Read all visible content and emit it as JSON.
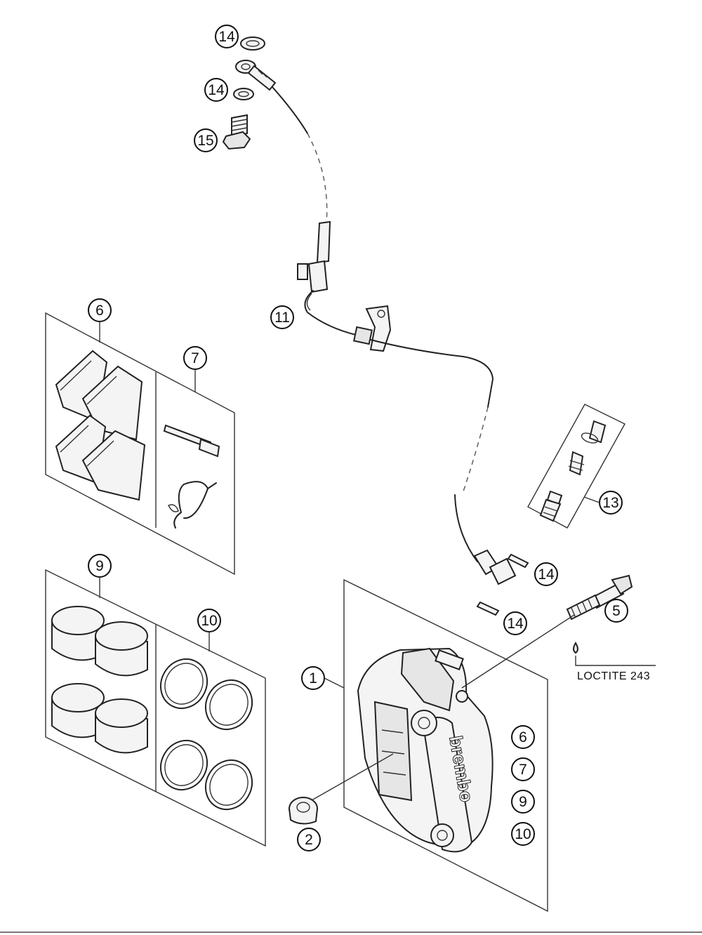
{
  "callouts": {
    "c14a": "14",
    "c14b": "14",
    "c15": "15",
    "c11": "11",
    "c6": "6",
    "c7": "7",
    "c13": "13",
    "c14c": "14",
    "c5": "5",
    "c14d": "14",
    "c9": "9",
    "c10": "10",
    "c1": "1",
    "c2": "2",
    "c6b": "6",
    "c7b": "7",
    "c9b": "9",
    "c10b": "10"
  },
  "note": {
    "loctite": "LOCTITE 243"
  },
  "brand": {
    "caliper_logo": "brembo"
  }
}
